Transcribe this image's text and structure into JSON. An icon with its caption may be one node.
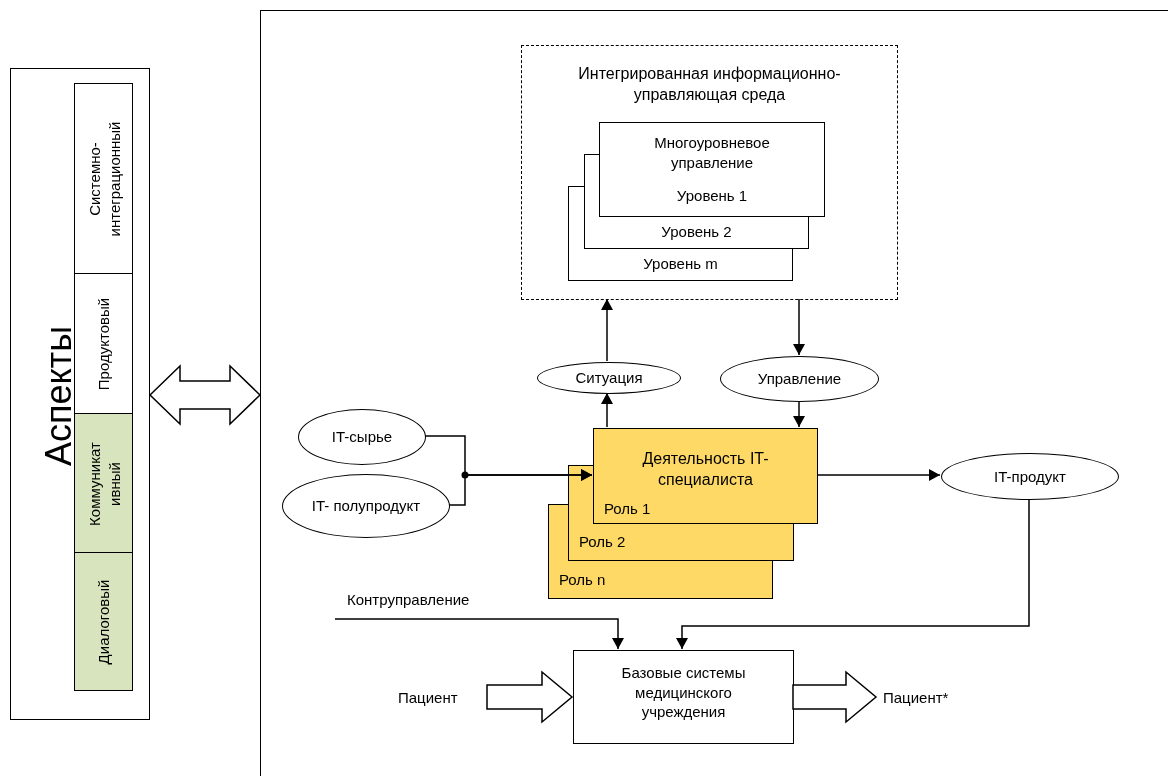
{
  "diagram": {
    "nodes": [
      {
        "text": [
          "Аспекты"
        ]
      },
      {
        "text": [
          "Системно- интеграционный"
        ],
        "in": 0
      },
      {
        "text": [
          "Продуктовый"
        ],
        "in": 0
      },
      {
        "text": [
          "Коммуникат ивный"
        ],
        "in": 0
      },
      {
        "text": [
          "Диалоговый"
        ],
        "in": 0
      },
      {
        "text": [],
        "shape": "box"
      },
      {
        "text": [
          "Интегрированная информационно- управляющая среда"
        ],
        "in": 5
      },
      {
        "text": [
          "Уровень m"
        ],
        "in": 6
      },
      {
        "text": [
          "Уровень 2"
        ],
        "in": 6
      },
      {
        "text": [
          "Многоуровневое управление",
          "Уровень 1"
        ],
        "in": 6
      },
      {
        "text": [
          "Ситуация"
        ],
        "in": 5
      },
      {
        "text": [
          "Управление"
        ],
        "in": 5
      },
      {
        "text": [
          "IT-сырье"
        ],
        "in": 5
      },
      {
        "text": [
          "IT- полупродукт"
        ],
        "in": 5
      },
      {
        "text": [
          "Роль n"
        ],
        "in": 5
      },
      {
        "text": [
          "Роль 2"
        ],
        "in": 5
      },
      {
        "text": [
          "Деятельность IT-специалиста",
          "Роль 1"
        ],
        "in": 5
      },
      {
        "text": [
          "IT-продукт"
        ],
        "in": 5
      },
      {
        "text": [
          "Базовые системы медицинского учреждения"
        ],
        "in": 5
      },
      {
        "text": [
          "Пациент"
        ],
        "in": 5
      },
      {
        "text": [
          "Пациент*"
        ],
        "in": 5
      }
    ],
    "edges": [
      {
        "from": 0,
        "to": 5,
        "arrow": "both",
        "style": "thick"
      },
      {
        "from": 16,
        "to": 10,
        "arrow": "to"
      },
      {
        "from": 10,
        "to": 6,
        "arrow": "to"
      },
      {
        "from": 6,
        "to": 11,
        "arrow": "to"
      },
      {
        "from": 11,
        "to": 16,
        "arrow": "to"
      },
      {
        "from": 12,
        "to": 16,
        "arrow": "to"
      },
      {
        "from": 13,
        "to": 16,
        "arrow": "to"
      },
      {
        "from": 16,
        "to": 17,
        "arrow": "to"
      },
      {
        "from": 17,
        "to": 18,
        "arrow": "to"
      },
      {
        "from": null,
        "to": 18,
        "arrow": "to",
        "label": "Контруправление"
      },
      {
        "from": 19,
        "to": 18,
        "arrow": "to",
        "style": "thick"
      },
      {
        "from": 18,
        "to": 20,
        "arrow": "to",
        "style": "thick"
      }
    ]
  }
}
